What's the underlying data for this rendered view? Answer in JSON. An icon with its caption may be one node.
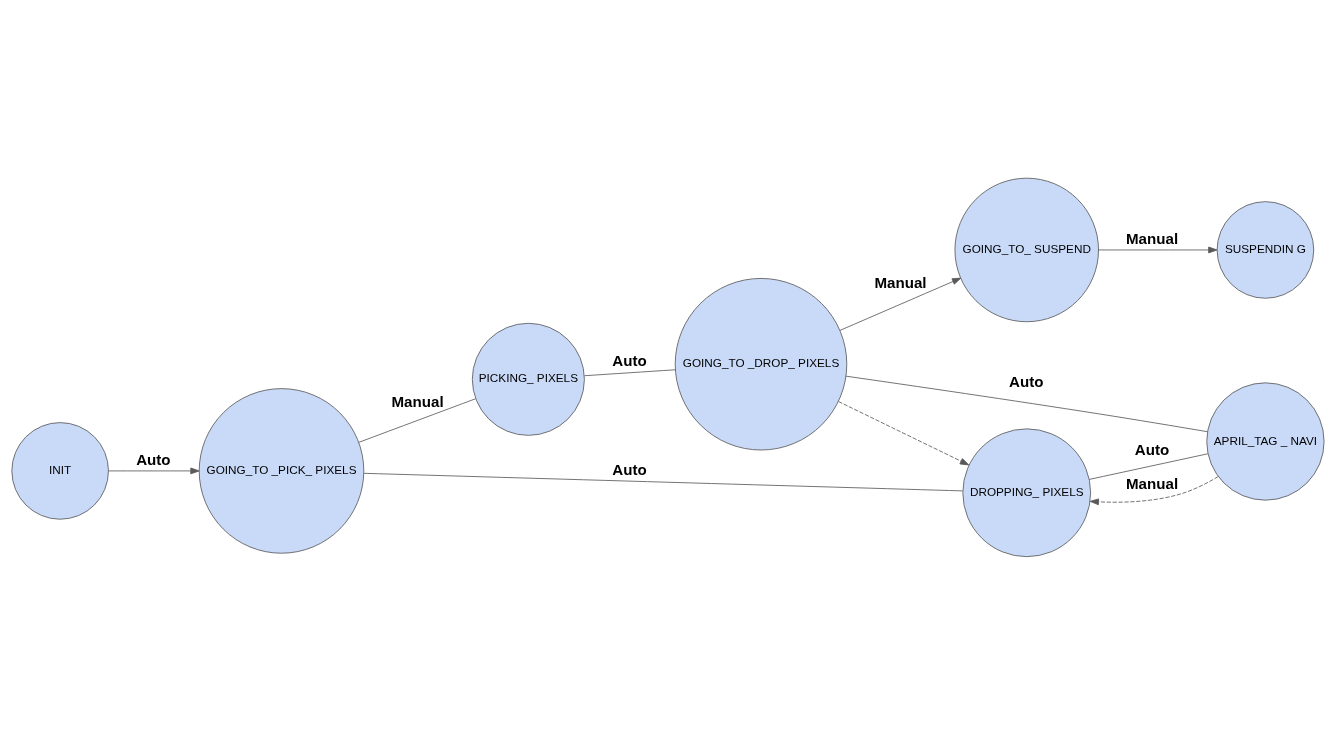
{
  "diagram": {
    "nodes": [
      {
        "text": [
          "INIT"
        ]
      },
      {
        "text": [
          "PICKING_ PIXELS"
        ]
      },
      {
        "text": [
          "GOING_TO_ SUSPEND"
        ]
      },
      {
        "text": [
          "GOING_TO _PICK_ PIXELS"
        ]
      },
      {
        "text": [
          "GOING_TO _DROP_ PIXELS"
        ]
      },
      {
        "text": [
          "DROPPING_ PIXELS"
        ]
      },
      {
        "text": [
          "APRIL_TAG _ NAVI"
        ]
      },
      {
        "text": [
          "SUSPENDIN G"
        ]
      }
    ],
    "edges": [
      {
        "from": 0,
        "to": 3,
        "arrow": "to",
        "label": "Auto"
      },
      {
        "from": 3,
        "to": 1,
        "arrow": "none",
        "label": "Manual"
      },
      {
        "from": 1,
        "to": 4,
        "arrow": "none",
        "label": "Auto"
      },
      {
        "from": 4,
        "to": 2,
        "arrow": "to",
        "label": "Manual"
      },
      {
        "from": 2,
        "to": 7,
        "arrow": "to",
        "label": "Manual"
      },
      {
        "from": 3,
        "to": 5,
        "arrow": "none",
        "label": "Auto"
      },
      {
        "from": 5,
        "to": 6,
        "arrow": "none",
        "label": "Auto"
      },
      {
        "from": 6,
        "to": 4,
        "arrow": "none",
        "label": "Auto"
      },
      {
        "from": 4,
        "to": 5,
        "arrow": "to",
        "style": "dashed"
      },
      {
        "from": 6,
        "to": 5,
        "arrow": "to",
        "style": "dashed",
        "label": "Manual"
      }
    ]
  }
}
